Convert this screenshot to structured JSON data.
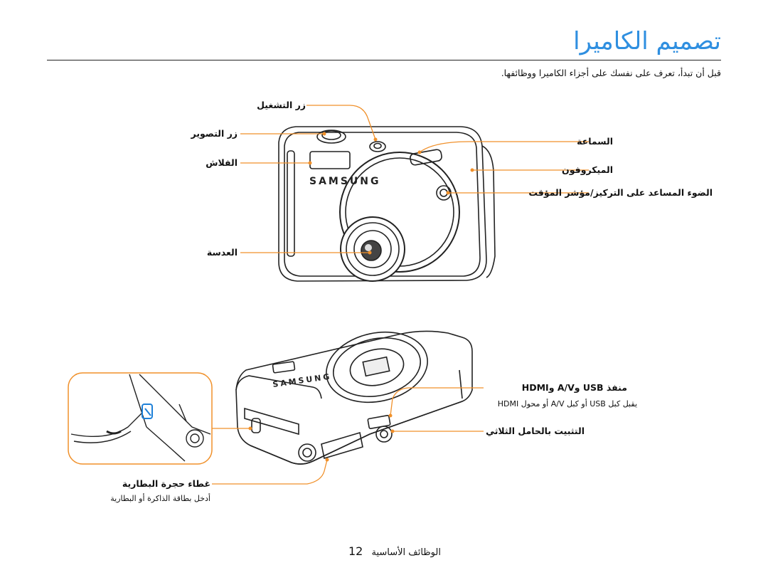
{
  "page": {
    "title": "تصميم الكاميرا",
    "intro": "قبل أن تبدأ، تعرف على نفسك على أجزاء الكاميرا ووظائفها.",
    "page_number": "12",
    "section_name": "الوظائف الأساسية"
  },
  "labels": {
    "mode_button": "زر التشغيل",
    "shutter_button": "زر التصوير",
    "flash": "الفلاش",
    "lens": "العدسة",
    "speaker": "السماعة",
    "microphone": "الميكروفون",
    "af_lamp": "الضوء المساعد على التركيز/مؤشر المؤقت",
    "usb_port": "منفذ USB وA/V وHDMI",
    "usb_port_desc": "يقبل كبل USB أو كبل A/V أو محول HDMI",
    "tripod": "التثبيت بالحامل الثلاثي",
    "battery_cover": "غطاء حجرة البطارية",
    "battery_cover_desc": "أدخل بطاقة الذاكرة أو البطارية"
  },
  "brand": {
    "logo_text": "SAMSUNG"
  },
  "colors": {
    "title": "#2f8fe0",
    "callout": "#f0902a",
    "accent": "#1e80d8"
  }
}
